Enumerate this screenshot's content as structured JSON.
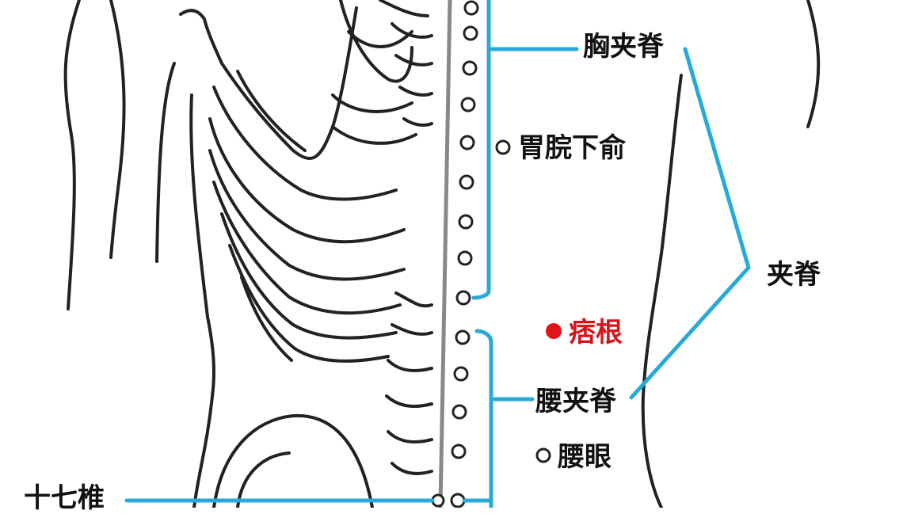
{
  "labels": {
    "thoracic_jiaji": "胸夹脊",
    "weiwanxiashu": "胃脘下俞",
    "jiaji": "夹脊",
    "pigen": "痞根",
    "lumbar_jiaji": "腰夹脊",
    "yaoyan": "腰眼",
    "seventeenth_vertebra": "十七椎"
  },
  "colors": {
    "bracket": "#29a9d8",
    "outline": "#222222",
    "spine_line": "#888888",
    "point_red": "#e0141b",
    "label_red": "#d8141b"
  }
}
